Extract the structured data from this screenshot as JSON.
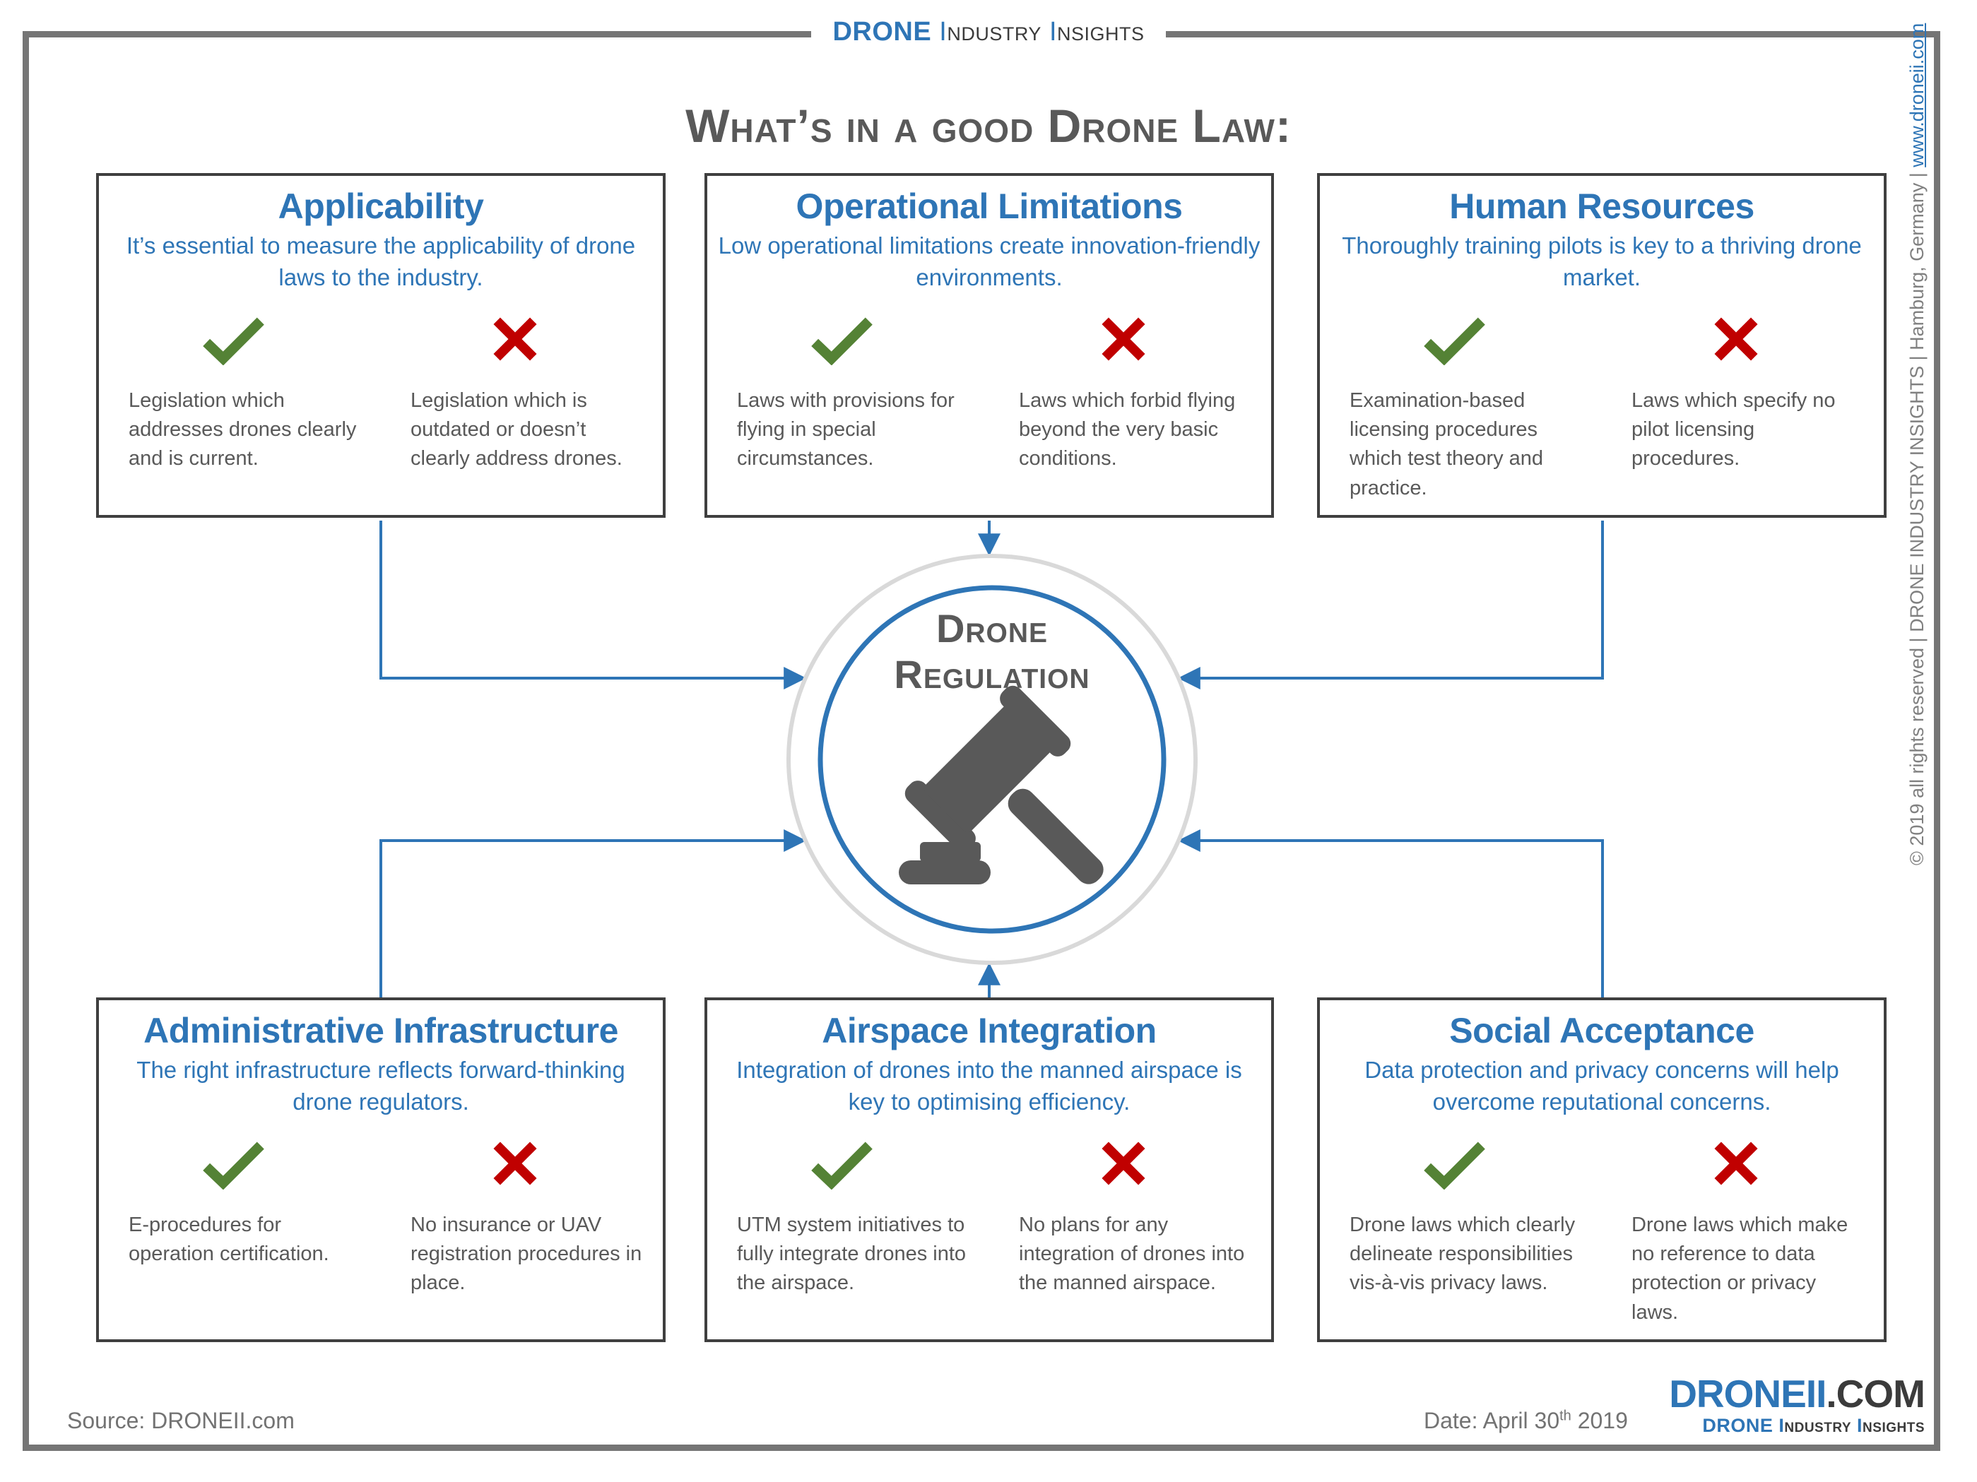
{
  "header": {
    "brand": "DRONE",
    "word2_initial": "I",
    "word2_rest": "ndustry",
    "word3_initial": "I",
    "word3_rest": "nsights"
  },
  "title": "What’s in a good Drone Law:",
  "center": {
    "line1": "Drone",
    "line2": "Regulation",
    "icon": "gavel-icon"
  },
  "boxes": [
    {
      "title": "Applicability",
      "subtitle": "It’s essential to measure the applicability of drone laws to the industry.",
      "pro": "Legislation which addresses drones clearly and is current.",
      "con": "Legislation which is outdated or doesn’t clearly address drones."
    },
    {
      "title": "Operational Limitations",
      "subtitle": "Low operational limitations create innovation-friendly environments.",
      "pro": "Laws with provisions for flying in special circumstances.",
      "con": "Laws which forbid flying beyond the very basic conditions."
    },
    {
      "title": "Human Resources",
      "subtitle": "Thoroughly training pilots is key to a thriving drone market.",
      "pro": "Examination-based licensing procedures which test theory and practice.",
      "con": "Laws which specify no pilot licensing procedures."
    },
    {
      "title": "Administrative Infrastructure",
      "subtitle": "The right infrastructure reflects forward-thinking drone regulators.",
      "pro": "E-procedures for operation certification.",
      "con": "No insurance or UAV registration procedures in place."
    },
    {
      "title": "Airspace Integration",
      "subtitle": "Integration of drones into the manned airspace is key to optimising efficiency.",
      "pro": "UTM system initiatives to fully integrate drones into the airspace.",
      "con": "No plans for any integration of drones into the manned airspace."
    },
    {
      "title": "Social Acceptance",
      "subtitle": "Data protection and privacy concerns will help overcome reputational concerns.",
      "pro": "Drone laws which clearly delineate responsibilities vis-à-vis privacy laws.",
      "con": "Drone laws which make no reference to data protection or privacy laws."
    }
  ],
  "sidebar": {
    "copyright": "© 2019 all rights reserved | DRONE INDUSTRY INSIGHTS | Hamburg, Germany | ",
    "link": "www.droneii.com"
  },
  "footer": {
    "source": "Source: DRONEII.com",
    "date_prefix": "Date: April 30",
    "date_sup": "th",
    "date_suffix": " 2019",
    "logo_blue": "DRONEII",
    "logo_dark": ".COM",
    "logo_sub_brand": "DRONE",
    "logo_sub_word2_initial": "I",
    "logo_sub_word2_rest": "ndustry",
    "logo_sub_word3_initial": "I",
    "logo_sub_word3_rest": "nsights"
  },
  "colors": {
    "accent_blue": "#2E75B6",
    "text_gray": "#595959",
    "check_green": "#548235",
    "cross_red": "#C00000",
    "circle_gray": "#D9D9D9",
    "box_border": "#3F3F3F",
    "frame_gray": "#757575"
  }
}
